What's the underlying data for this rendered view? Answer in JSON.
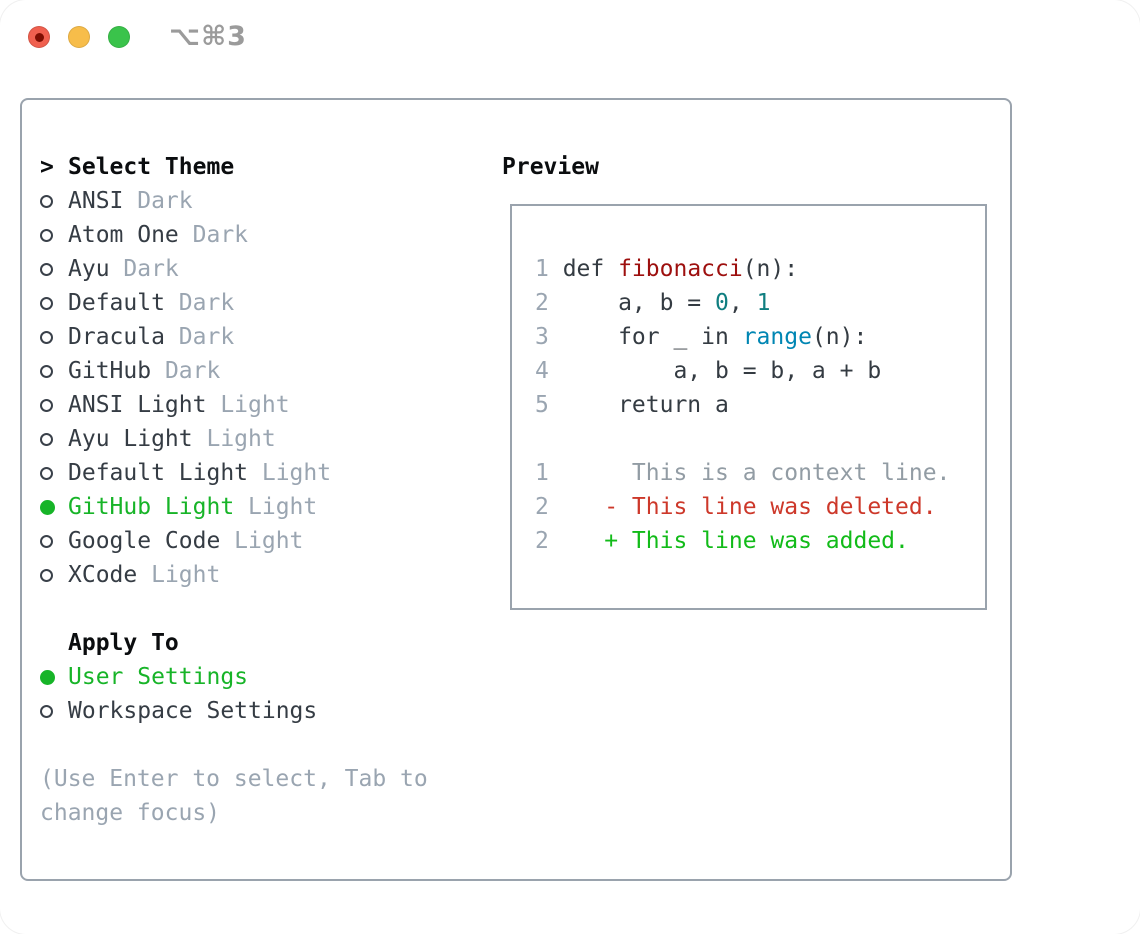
{
  "titlebar": {
    "title": "⌥⌘3"
  },
  "colors": {
    "accent_green": "#17b428",
    "deleted_red": "#cd382a",
    "added_green": "#12bb19",
    "syntax_title_red": "#9d0f0e",
    "syntax_builtin_blue": "#0086b3",
    "syntax_number_teal": "#0f7e80",
    "muted_gray": "#9aa5b1",
    "border_gray": "#9aa3ad"
  },
  "theme_picker": {
    "header_marker": ">",
    "header": "Select Theme",
    "themes": [
      {
        "name": "ANSI",
        "variant": "Dark",
        "selected": false
      },
      {
        "name": "Atom One",
        "variant": "Dark",
        "selected": false
      },
      {
        "name": "Ayu",
        "variant": "Dark",
        "selected": false
      },
      {
        "name": "Default",
        "variant": "Dark",
        "selected": false
      },
      {
        "name": "Dracula",
        "variant": "Dark",
        "selected": false
      },
      {
        "name": "GitHub",
        "variant": "Dark",
        "selected": false
      },
      {
        "name": "ANSI Light",
        "variant": "Light",
        "selected": false
      },
      {
        "name": "Ayu Light",
        "variant": "Light",
        "selected": false
      },
      {
        "name": "Default Light",
        "variant": "Light",
        "selected": false
      },
      {
        "name": "GitHub Light",
        "variant": "Light",
        "selected": true
      },
      {
        "name": "Google Code",
        "variant": "Light",
        "selected": false
      },
      {
        "name": "XCode",
        "variant": "Light",
        "selected": false
      }
    ],
    "apply_to": {
      "header": "Apply To",
      "options": [
        {
          "name": "User Settings",
          "selected": true
        },
        {
          "name": "Workspace Settings",
          "selected": false
        }
      ]
    },
    "hint": "(Use Enter to select, Tab to change focus)"
  },
  "preview": {
    "header": "Preview",
    "code_lines": [
      {
        "num": "1",
        "segments": [
          {
            "text": "def ",
            "type": "keyword"
          },
          {
            "text": "fibonacci",
            "type": "title"
          },
          {
            "text": "(n):",
            "type": "plain"
          }
        ]
      },
      {
        "num": "2",
        "segments": [
          {
            "text": "    a, b = ",
            "type": "plain"
          },
          {
            "text": "0",
            "type": "number"
          },
          {
            "text": ", ",
            "type": "plain"
          },
          {
            "text": "1",
            "type": "number"
          }
        ]
      },
      {
        "num": "3",
        "segments": [
          {
            "text": "    for _ in ",
            "type": "plain"
          },
          {
            "text": "range",
            "type": "builtin"
          },
          {
            "text": "(n):",
            "type": "plain"
          }
        ]
      },
      {
        "num": "4",
        "segments": [
          {
            "text": "        a, b = b, a + b",
            "type": "plain"
          }
        ]
      },
      {
        "num": "5",
        "segments": [
          {
            "text": "    return a",
            "type": "plain"
          }
        ]
      }
    ],
    "diff_lines": [
      {
        "num": "1",
        "text": "     This is a context line.",
        "type": "context"
      },
      {
        "num": "2",
        "text": "   - This line was deleted.",
        "type": "deleted"
      },
      {
        "num": "2",
        "text": "   + This line was added.",
        "type": "added"
      }
    ]
  }
}
